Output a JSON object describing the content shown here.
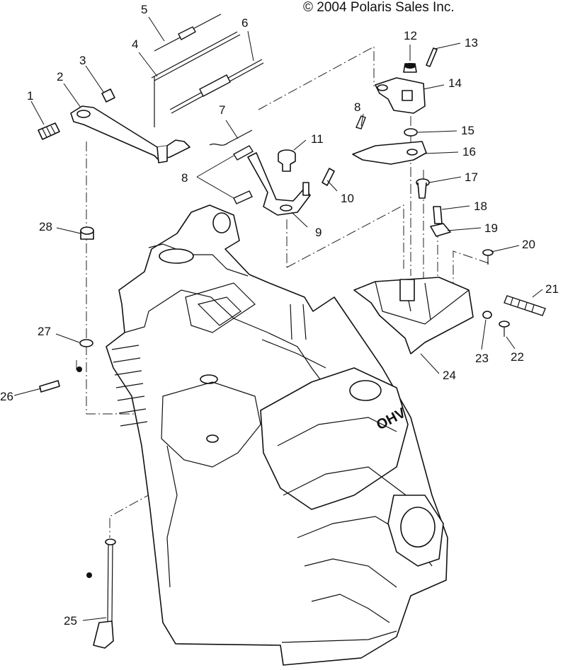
{
  "copyright": "© 2004 Polaris Sales Inc.",
  "callouts": [
    {
      "id": "c1",
      "text": "1"
    },
    {
      "id": "c2",
      "text": "2"
    },
    {
      "id": "c3",
      "text": "3"
    },
    {
      "id": "c4",
      "text": "4"
    },
    {
      "id": "c5",
      "text": "5"
    },
    {
      "id": "c6",
      "text": "6"
    },
    {
      "id": "c7",
      "text": "7"
    },
    {
      "id": "c8a",
      "text": "8"
    },
    {
      "id": "c8b",
      "text": "8"
    },
    {
      "id": "c9",
      "text": "9"
    },
    {
      "id": "c10",
      "text": "10"
    },
    {
      "id": "c11",
      "text": "11"
    },
    {
      "id": "c12",
      "text": "12"
    },
    {
      "id": "c13",
      "text": "13"
    },
    {
      "id": "c14",
      "text": "14"
    },
    {
      "id": "c15",
      "text": "15"
    },
    {
      "id": "c16",
      "text": "16"
    },
    {
      "id": "c17",
      "text": "17"
    },
    {
      "id": "c18",
      "text": "18"
    },
    {
      "id": "c19",
      "text": "19"
    },
    {
      "id": "c20",
      "text": "20"
    },
    {
      "id": "c21",
      "text": "21"
    },
    {
      "id": "c22",
      "text": "22"
    },
    {
      "id": "c23",
      "text": "23"
    },
    {
      "id": "c24",
      "text": "24"
    },
    {
      "id": "c25",
      "text": "25"
    },
    {
      "id": "c26",
      "text": "26"
    },
    {
      "id": "c27",
      "text": "27"
    },
    {
      "id": "c28",
      "text": "28"
    }
  ],
  "engine_mark": "OHV"
}
